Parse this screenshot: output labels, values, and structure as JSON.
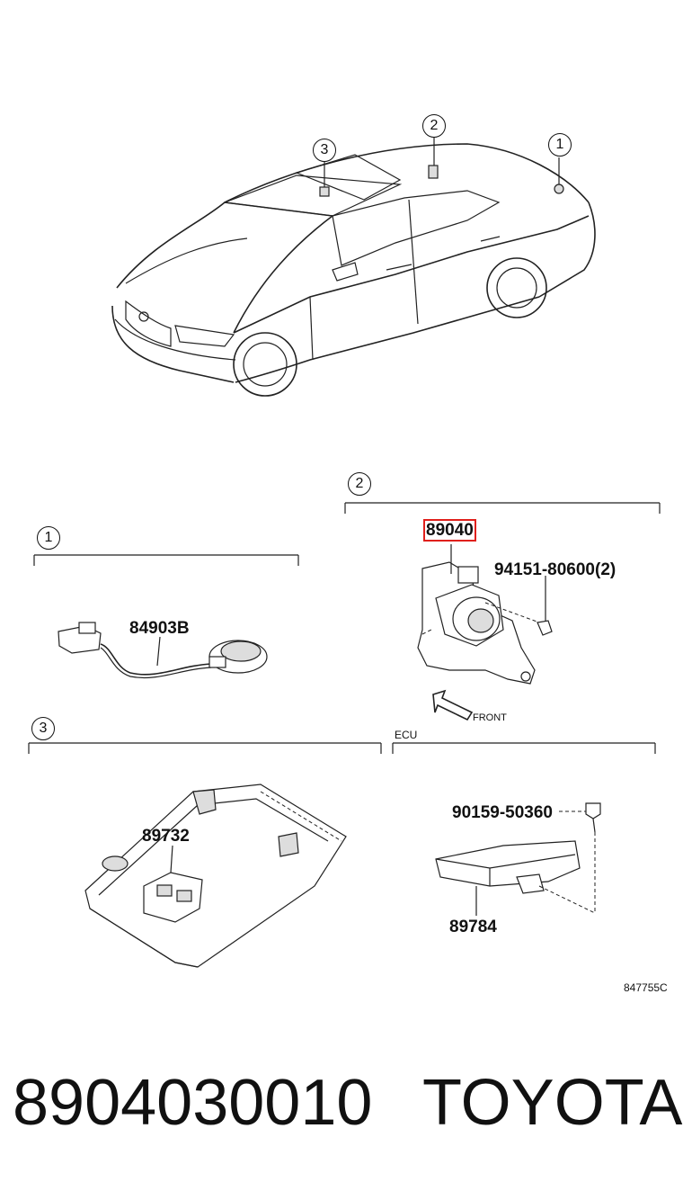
{
  "diagram": {
    "callouts": {
      "car_1": "1",
      "car_2": "2",
      "car_3": "3",
      "section_1": "1",
      "section_2": "2",
      "section_3": "3"
    },
    "section_labels": {
      "ecu": "ECU"
    },
    "parts": {
      "sensor": "84903B",
      "main_part": "89040",
      "bolt": "94151-80600(2)",
      "front_label": "FRONT",
      "console_part": "89732",
      "ecu_screw": "90159-50360",
      "ecu_part": "89784"
    },
    "figure_code": "847755C",
    "highlight_color": "#e0201c"
  },
  "footer": {
    "part_number": "8904030010",
    "brand": "TOYOTA"
  }
}
